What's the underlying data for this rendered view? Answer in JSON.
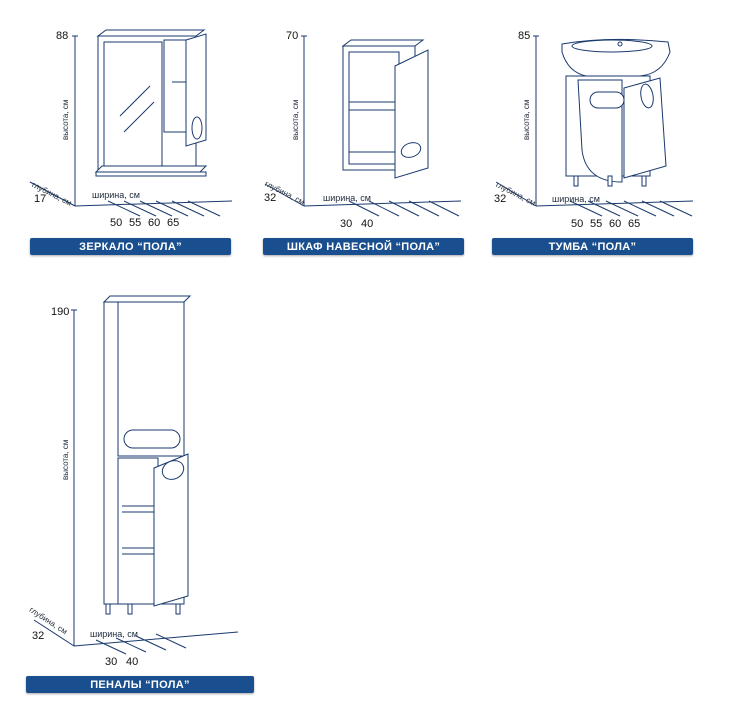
{
  "labels": {
    "height_axis": "высота, см",
    "width_axis": "ширина, см",
    "depth_axis": "глубина, см"
  },
  "products": [
    {
      "caption": "ЗЕРКАЛО “ПОЛА”",
      "height": "88",
      "depth": "17",
      "widths": [
        "50",
        "55",
        "60",
        "65"
      ]
    },
    {
      "caption": "ШКАФ НАВЕСНОЙ “ПОЛА”",
      "height": "70",
      "depth": "32",
      "widths": [
        "30",
        "40"
      ]
    },
    {
      "caption": "ТУМБА “ПОЛА”",
      "height": "85",
      "depth": "32",
      "widths": [
        "50",
        "55",
        "60",
        "65"
      ]
    },
    {
      "caption": "ПЕНАЛЫ “ПОЛА”",
      "height": "190",
      "depth": "32",
      "widths": [
        "30",
        "40"
      ]
    }
  ],
  "colors": {
    "caption_bg": "#1a4f8f",
    "line": "#1a3a6e"
  }
}
